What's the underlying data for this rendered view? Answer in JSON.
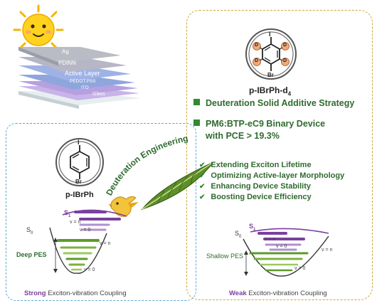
{
  "device_layers": [
    "Ag",
    "PDINN",
    "Active Layer",
    "PEDOT:PSS",
    "ITO",
    "Glass"
  ],
  "left_molecule": {
    "name": "p-IBrPh",
    "atom_top": "I",
    "atom_bottom": "Br"
  },
  "right_molecule": {
    "name": "p-IBrPh-d",
    "subscript": "4",
    "atom_top": "I",
    "atom_bottom": "Br",
    "atom_d": "D"
  },
  "arrow_label": "Deuteration Engineering",
  "headline": {
    "strategy": "Deuteration Solid Additive Strategy",
    "device_line1": "PM6:BTP-eC9 Binary Device",
    "device_line2": "with PCE > 19.3%"
  },
  "features": [
    "Extending Exciton Lifetime",
    "Optimizing Active-layer Morphology",
    "Enhancing Device Stability",
    "Boosting Device Efficiency"
  ],
  "left_pes": {
    "s1": "S",
    "s1_sub": "1",
    "s0": "S",
    "s0_sub": "0",
    "v_top": "v = n",
    "v_top2": "v = n",
    "v_bottom": "v = 0",
    "v_bottom2": "v = 0",
    "depth_label": "Deep PES",
    "caption_bold": "Strong",
    "caption_rest": " Exciton-vibration Coupling"
  },
  "right_pes": {
    "s1": "S",
    "s1_sub": "1",
    "s0": "S",
    "s0_sub": "0",
    "v_top": "v = n",
    "v_top2": "v = n",
    "v_bottom": "v = 0",
    "v_bottom2": "v = 0",
    "depth_label": "Shallow PES",
    "caption_bold": "Weak",
    "caption_rest": " Exciton-vibration Coupling"
  },
  "colors": {
    "accent_green": "#2e8b2e",
    "purple": "#7b3fa0",
    "right_border": "#c9a93a",
    "left_border": "#5aa8d8"
  }
}
